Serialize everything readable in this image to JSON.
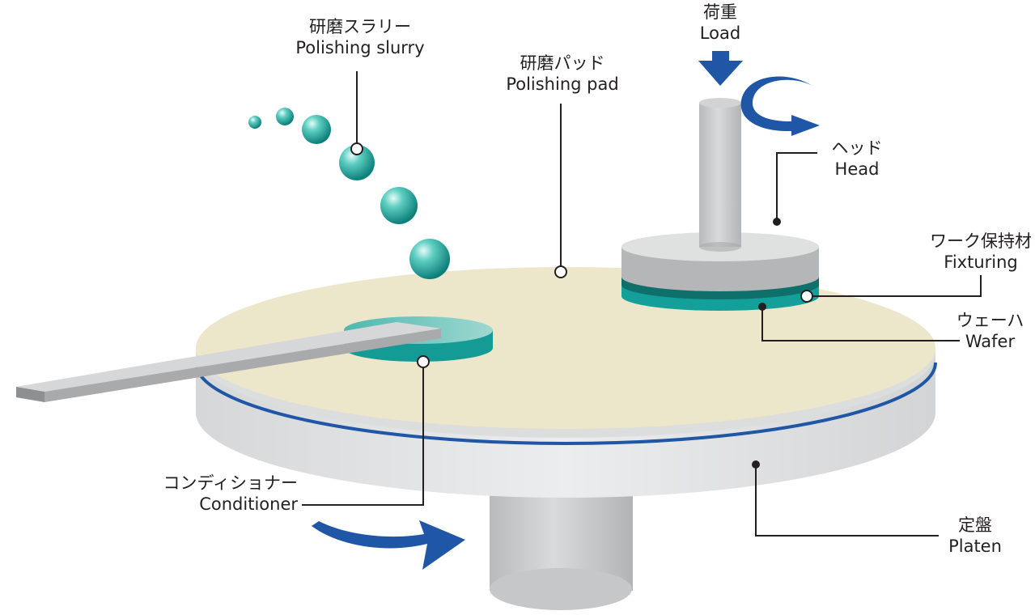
{
  "labels": {
    "slurry": {
      "ja": "研磨スラリー",
      "en": "Polishing slurry"
    },
    "pad": {
      "ja": "研磨パッド",
      "en": "Polishing pad"
    },
    "load": {
      "ja": "荷重",
      "en": "Load"
    },
    "head": {
      "ja": "ヘッド",
      "en": "Head"
    },
    "fixturing": {
      "ja": "ワーク保持材",
      "en": "Fixturing"
    },
    "wafer": {
      "ja": "ウェーハ",
      "en": "Wafer"
    },
    "conditioner": {
      "ja": "コンディショナー",
      "en": "Conditioner"
    },
    "platen": {
      "ja": "定盤",
      "en": "Platen"
    }
  },
  "colors": {
    "pad": "#ece6cb",
    "platen": "#e2e3e3",
    "platen_stripe": "#1f56a6",
    "arrow": "#1f56a6",
    "teal": "#13a09a",
    "head": "#c9cacb",
    "shaft": "#c6c7c8",
    "leader": "#231f20"
  }
}
